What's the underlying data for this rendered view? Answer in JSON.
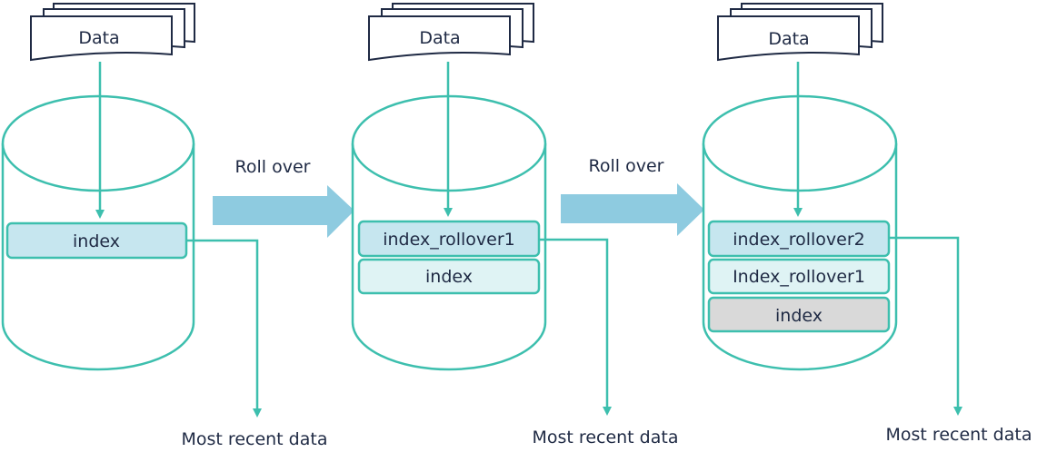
{
  "colors": {
    "teal": "#3dbfae",
    "arrow": "#8ecbe0",
    "text": "#1f2a44",
    "index_active_fill": "#c6e6ef",
    "index_older_fill": "#dff3f4",
    "index_oldest_fill": "#d9d9d9"
  },
  "transitions": [
    {
      "label": "Roll over"
    },
    {
      "label": "Roll over"
    }
  ],
  "stages": [
    {
      "data_label": "Data",
      "recent_label": "Most recent data",
      "indices": [
        {
          "label": "index",
          "state": "active"
        }
      ]
    },
    {
      "data_label": "Data",
      "recent_label": "Most recent data",
      "indices": [
        {
          "label": "index_rollover1",
          "state": "active"
        },
        {
          "label": "index",
          "state": "older"
        }
      ]
    },
    {
      "data_label": "Data",
      "recent_label": "Most recent data",
      "indices": [
        {
          "label": "index_rollover2",
          "state": "active"
        },
        {
          "label": "Index_rollover1",
          "state": "older"
        },
        {
          "label": "index",
          "state": "oldest"
        }
      ]
    }
  ]
}
